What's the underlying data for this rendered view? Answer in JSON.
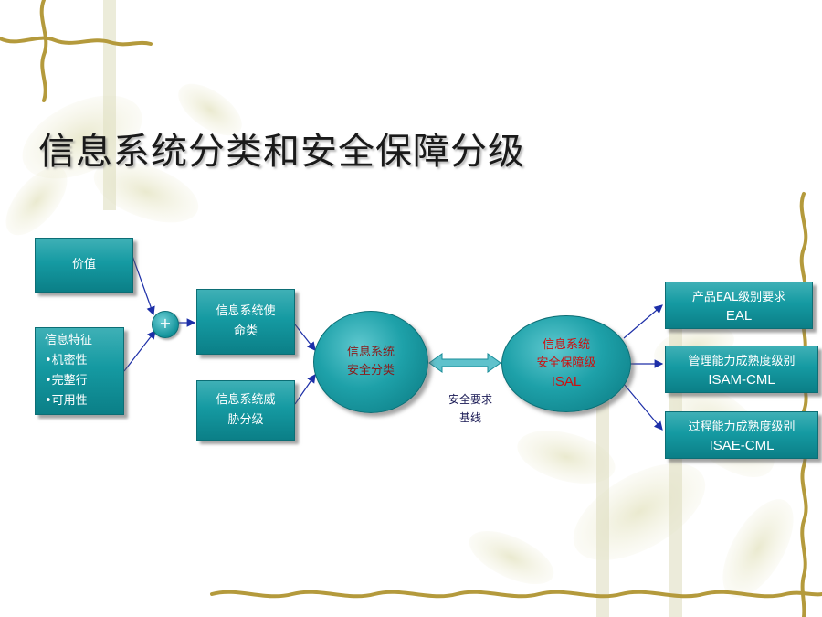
{
  "slide": {
    "title": "信息系统分类和安全保障分级"
  },
  "nodes": {
    "value": "价值",
    "info_features": {
      "heading": "信息特征",
      "items": [
        "•机密性",
        "•完整行",
        "•可用性"
      ]
    },
    "plus": "+",
    "mission_class": [
      "信息系统使",
      "命类"
    ],
    "threat_level": [
      "信息系统威",
      "胁分级"
    ],
    "security_classification": [
      "信息系统",
      "安全分类"
    ],
    "assurance_level": [
      "信息系统",
      "安全保障级",
      "ISAL"
    ],
    "baseline": [
      "安全要求",
      "基线"
    ],
    "product_eal": [
      "产品EAL级别要求",
      "EAL"
    ],
    "management_capability": [
      "管理能力成熟度级别",
      "ISAM-CML"
    ],
    "process_capability": [
      "过程能力成熟度级别",
      "ISAE-CML"
    ]
  },
  "colors": {
    "box_fill": "#159aa2",
    "arrow": "#1d2fa8",
    "double_arrow": "#2aa3b3",
    "ellipse_text_left": "#8b1a1a",
    "ellipse_text_right": "#cc1111"
  }
}
